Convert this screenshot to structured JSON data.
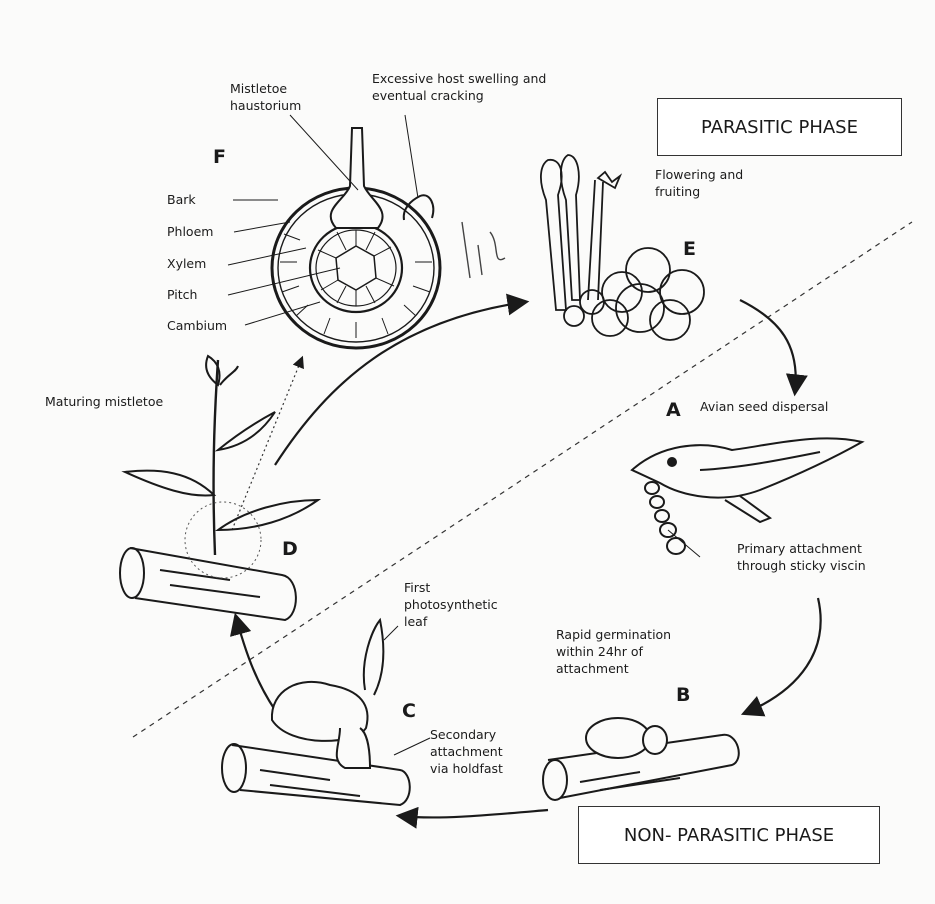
{
  "phases": {
    "parasitic": "PARASITIC PHASE",
    "non_parasitic": "NON- PARASITIC PHASE"
  },
  "stages": {
    "a": "A",
    "b": "B",
    "c": "C",
    "d": "D",
    "e": "E",
    "f": "F"
  },
  "labels": {
    "haustorium": [
      "Mistletoe",
      "haustorium"
    ],
    "swelling": [
      "Excessive host swelling and",
      "eventual cracking"
    ],
    "flowering": [
      "Flowering and",
      "fruiting"
    ],
    "bark": "Bark",
    "phloem": "Phloem",
    "xylem": "Xylem",
    "pitch": "Pitch",
    "cambium": "Cambium",
    "maturing": "Maturing mistletoe",
    "avian": "Avian seed dispersal",
    "primary": [
      "Primary attachment",
      "through sticky viscin"
    ],
    "germination": [
      "Rapid germination",
      "within 24hr of",
      "attachment"
    ],
    "first_leaf": [
      "First",
      "photosynthetic",
      "leaf"
    ],
    "secondary": [
      "Secondary",
      "attachment",
      "via holdfast"
    ]
  },
  "colors": {
    "ink": "#1a1a1a",
    "paper": "#fbfbfa"
  }
}
